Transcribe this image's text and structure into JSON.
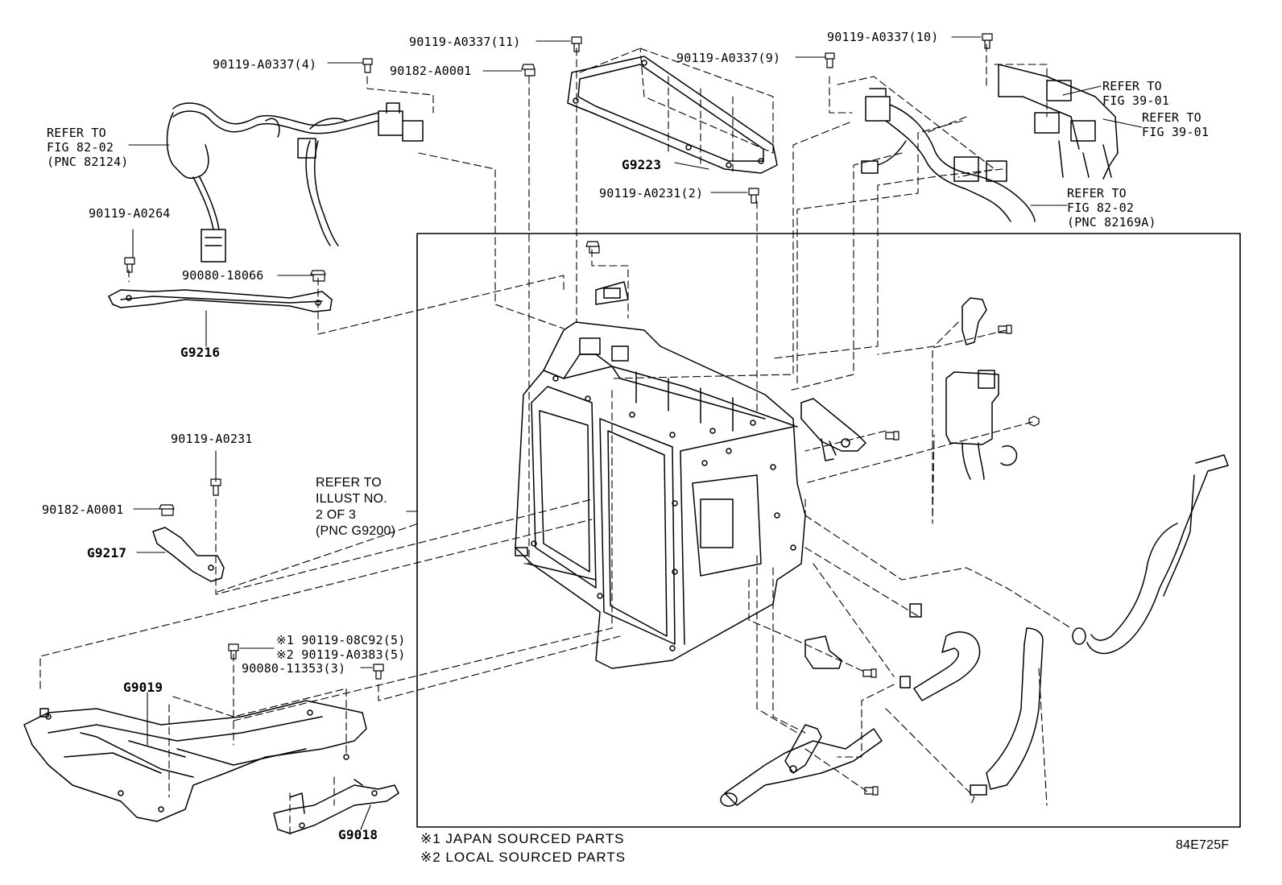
{
  "labels": {
    "p_a0337_11": "90119-A0337(11)",
    "p_a0001_top": "90182-A0001",
    "p_a0337_4": "90119-A0337(4)",
    "p_a0337_9": "90119-A0337(9)",
    "p_a0337_10": "90119-A0337(10)",
    "p_a0231_2": "90119-A0231(2)",
    "p_a0264": "90119-A0264",
    "p_18066": "90080-18066",
    "p_a0231": "90119-A0231",
    "p_a0001_left": "90182-A0001",
    "p_08c92": "※1 90119-08C92(5)",
    "p_a0383": "※2 90119-A0383(5)",
    "p_11353": "90080-11353(3)",
    "g9223": "G9223",
    "g9216": "G9216",
    "g9217": "G9217",
    "g9019": "G9019",
    "g9018": "G9018"
  },
  "refs": {
    "ref_82124": [
      "REFER TO",
      "FIG 82-02",
      "(PNC 82124)"
    ],
    "ref_39_a": [
      "REFER TO",
      "FIG 39-01"
    ],
    "ref_39_b": [
      "REFER TO",
      "FIG 39-01"
    ],
    "ref_82169": [
      "REFER TO",
      "FIG 82-02",
      "(PNC 82169A)"
    ],
    "ref_illust": [
      "REFER TO",
      "ILLUST NO.",
      "2 OF 3",
      "(PNC G9200)"
    ]
  },
  "notes": {
    "note1": "※1 JAPAN SOURCED PARTS",
    "note2": "※2 LOCAL SOURCED PARTS"
  },
  "code": "84E725F"
}
